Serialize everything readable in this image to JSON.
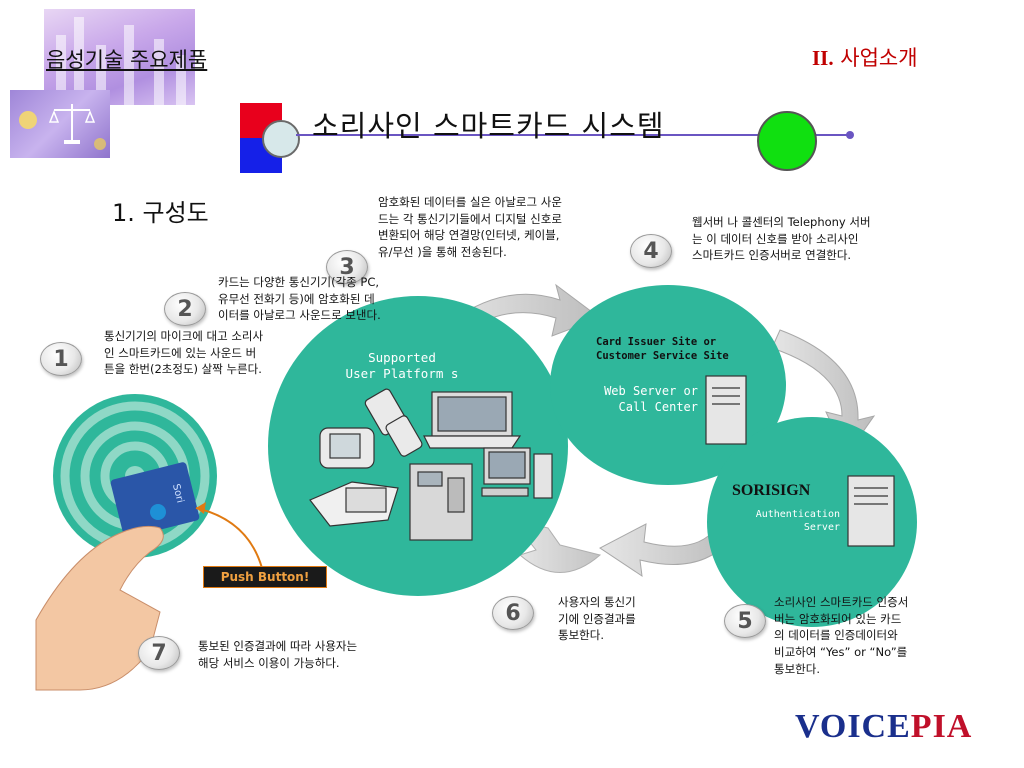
{
  "header": {
    "section_title": "음성기술 주요제품",
    "section_number": "II.",
    "section_name": "사업소개",
    "main_title": "소리사인 스마트카드 시스템",
    "subtitle": "1. 구성도"
  },
  "diagram": {
    "platforms_title_1": "Supported",
    "platforms_title_2": "User Platform s",
    "issuer_line1": "Card Issuer Site or",
    "issuer_line2": "Customer Service Site",
    "webserver_line1": "Web Server or",
    "webserver_line2": "Call Center",
    "sorisign_name": "SORISIGN",
    "auth_line1": "Authentication",
    "auth_line2": "Server",
    "card_text": "Sori",
    "push_button": "Push Button!"
  },
  "steps": [
    {
      "num": "1",
      "text": [
        "통신기기의 마이크에 대고 소리사",
        "인 스마트카드에 있는 사운드 버",
        "튼을 한번(2초정도) 살짝 누른다."
      ]
    },
    {
      "num": "2",
      "text": [
        "카드는 다양한 통신기기(각종 PC,",
        "유무선 전화기 등)에 암호화된 데",
        "이터를 아날로그 사운드로 보낸다."
      ]
    },
    {
      "num": "3",
      "text": [
        "암호화된 데이터를 실은 아날로그 사운",
        "드는 각 통신기기들에서 디지털 신호로",
        "변환되어 해당 연결망(인터넷, 케이블,",
        "유/무선 )을 통해 전송된다."
      ]
    },
    {
      "num": "4",
      "text": [
        "웹서버 나 콜센터의 Telephony 서버",
        "는 이 데이터 신호를 받아 소리사인",
        "스마트카드 인증서버로 연결한다."
      ]
    },
    {
      "num": "5",
      "text": [
        "소리사인 스마트카드 인증서",
        "버는 암호화되어 있는 카드",
        "의 데이터를 인증데이터와",
        "비교하여 “Yes” or “No”를",
        "통보한다."
      ]
    },
    {
      "num": "6",
      "text": [
        "사용자의 통신기",
        "기에 인증결과를",
        "통보한다."
      ]
    },
    {
      "num": "7",
      "text": [
        "통보된 인증결과에 따라 사용자는",
        "해당 서비스 이용이 가능하다."
      ]
    }
  ],
  "logo": {
    "part1": "VOICE",
    "part2": "PIA"
  },
  "colors": {
    "teal": "#2fb79b",
    "accent_red": "#c00000",
    "title_line": "#6a55c2"
  }
}
